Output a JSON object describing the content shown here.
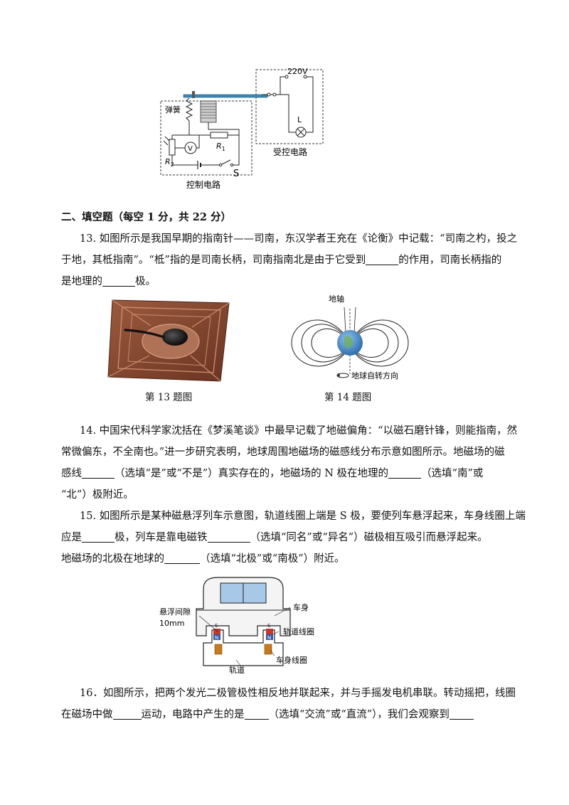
{
  "circuit": {
    "voltage": "220V",
    "lamp": "L",
    "spring": "弹簧",
    "r1": "R",
    "r1_sub": "1",
    "r2": "R",
    "r2_sub": "2",
    "voltmeter": "V",
    "switch": "S",
    "control_label": "控制电路",
    "controlled_label": "受控电路"
  },
  "section": {
    "title": "二、填空题（每空 1 分，共 22 分）"
  },
  "q13": {
    "line1": "13. 如图所示是我国早期的指南针——司南，东汉学者王充在《论衡》中记载：“司南之杓，投之",
    "line2a": "于地，其柢指南”。“柢”指的是司南长柄，司南指南北是由于它受到",
    "line2b": "的作用，司南长柄指的",
    "line3a": "是地理的",
    "line3b": "极。",
    "caption": "第 13 题图"
  },
  "q14": {
    "earth_axis": "地轴",
    "rotation_label": "地球自转方向",
    "caption": "第 14 题图",
    "line1": "14. 中国宋代科学家沈括在《梦溪笔谈》中最早记载了地磁偏角：“以磁石磨针锋，则能指南，然",
    "line2": "常微偏东，不全南也。”进一步研究表明，地球周围地磁场的磁感线分布示意如图所示。地磁场的磁",
    "line3a": "感线",
    "line3b": "（选填“是”或“不是”）真实存在的，地磁场的 N 极在地理的",
    "line3c": "（选填“南”或",
    "line4": "“北”）极附近。"
  },
  "q15": {
    "line1": "15. 如图所示是某种磁悬浮列车示意图，轨道线圈上端是 S 极，要使列车悬浮起来，车身线圈上端",
    "line2a": "应是",
    "line2b": "极，列车是靠电磁铁",
    "line2c": "（选填“同名”或“异名”）磁极相互吸引而悬浮起来。",
    "line3a": "地磁场的北极在地球的",
    "line3b": "（选填“北极”或“南极”）附近。",
    "train": {
      "gap_label": "悬浮间隙",
      "gap_value": "10mm",
      "body": "车身",
      "track_coil": "轨道线圈",
      "track": "轨道",
      "body_coil": "车身线圈",
      "pole_s": "S",
      "pole_n": "N"
    }
  },
  "q16": {
    "line1": "16．如图所示，把两个发光二极管极性相反地并联起来，并与手摇发电机串联。转动摇把，线圈",
    "line2a": "在磁场中做",
    "line2b": "运动，电路中产生的是",
    "line2c": "（选填“交流”或“直流”），我们会观察到"
  },
  "colors": {
    "ink": "#111111",
    "bronze": "#8a4a32",
    "earth": "#3d7fc0",
    "magnet_red": "#c0392b",
    "magnet_blue": "#3a58a8",
    "coil_orange": "#c67b1e"
  }
}
